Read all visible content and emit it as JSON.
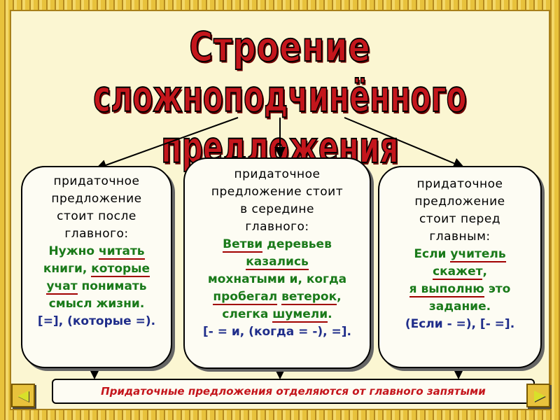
{
  "title": {
    "line1": "Строение",
    "line2": "сложноподчинённого предложения"
  },
  "left_box": {
    "desc": [
      "придаточное",
      "предложение",
      "стоит после",
      "главного:"
    ],
    "example": {
      "l1a": "Нужно ",
      "l1b": "читать",
      "l2a": "книги, ",
      "l2b": "которые",
      "l3a": "учат",
      "l3b": " понимать",
      "l4": "смысл жизни."
    },
    "scheme": "[=], (которые =)."
  },
  "middle_box": {
    "desc": [
      "придаточное",
      "предложение стоит",
      "в середине",
      "главного:"
    ],
    "example": {
      "l1a": "Ветви",
      "l1b": " деревьев",
      "l2": "казались",
      "l3": "мохнатыми и, когда",
      "l4a": "пробегал",
      "l4b": " ",
      "l4c": "ветерок",
      "l4d": ",",
      "l5a": "слегка ",
      "l5b": "шумели",
      "l5c": "."
    },
    "scheme": "[- = и, (когда = -), =]."
  },
  "right_box": {
    "desc": [
      "придаточное",
      "предложение",
      "стоит перед",
      "главным:"
    ],
    "example": {
      "l1a": "Если ",
      "l1b": "учитель",
      "l2a": "скажет",
      "l2b": ",",
      "l3a": "я ",
      "l3b": "выполню",
      "l3c": " это",
      "l4": "задание."
    },
    "scheme": "(Если - =), [- =]."
  },
  "bottom_note": "Придаточные предложения отделяются от главного запятыми",
  "icons": {
    "prev": "triangle-left-icon",
    "next": "triangle-right-icon"
  },
  "colors": {
    "title": "#c4161c",
    "example": "#1a7a1a",
    "scheme": "#1f2d8a",
    "underline": "#a10000",
    "background": "#fbf6d2",
    "border": "#e8c23c"
  }
}
